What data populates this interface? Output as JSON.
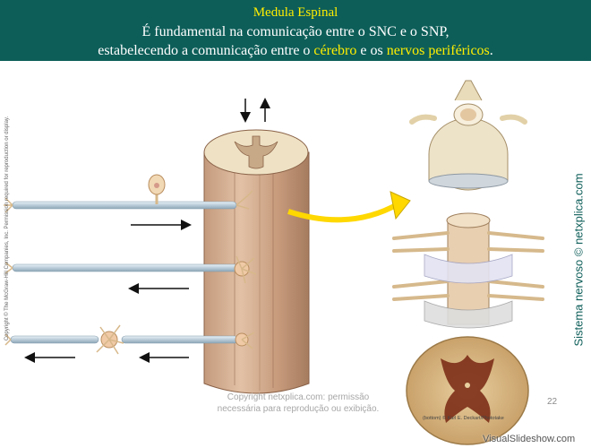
{
  "header": {
    "title": "Medula Espinal",
    "line2": "É fundamental na comunicação entre o SNC e o SNP,",
    "line3_prefix": "estabelecendo a comunicação entre o ",
    "line3_highlight1": "cérebro",
    "line3_middle": " e os ",
    "line3_highlight2": "nervos periféricos",
    "line3_suffix": "."
  },
  "side_label": "Sistema nervoso  © netxplica.com",
  "vertical_copyright": "Copyright © The McGraw-Hill Companies, Inc. Permission required for reproduction or display.",
  "footer": {
    "copyright_line1": "Copyright netxplica.com: permissão",
    "copyright_line2": "necessária para reprodução ou exibição.",
    "page_number": "22"
  },
  "image_credit": "(bottom) © Karl E. Deckart/Phototake",
  "watermark": "VisualSlideshow.com",
  "colors": {
    "header_bg": "#0d5e59",
    "highlight": "#ffee00",
    "arrow": "#ffd800"
  }
}
